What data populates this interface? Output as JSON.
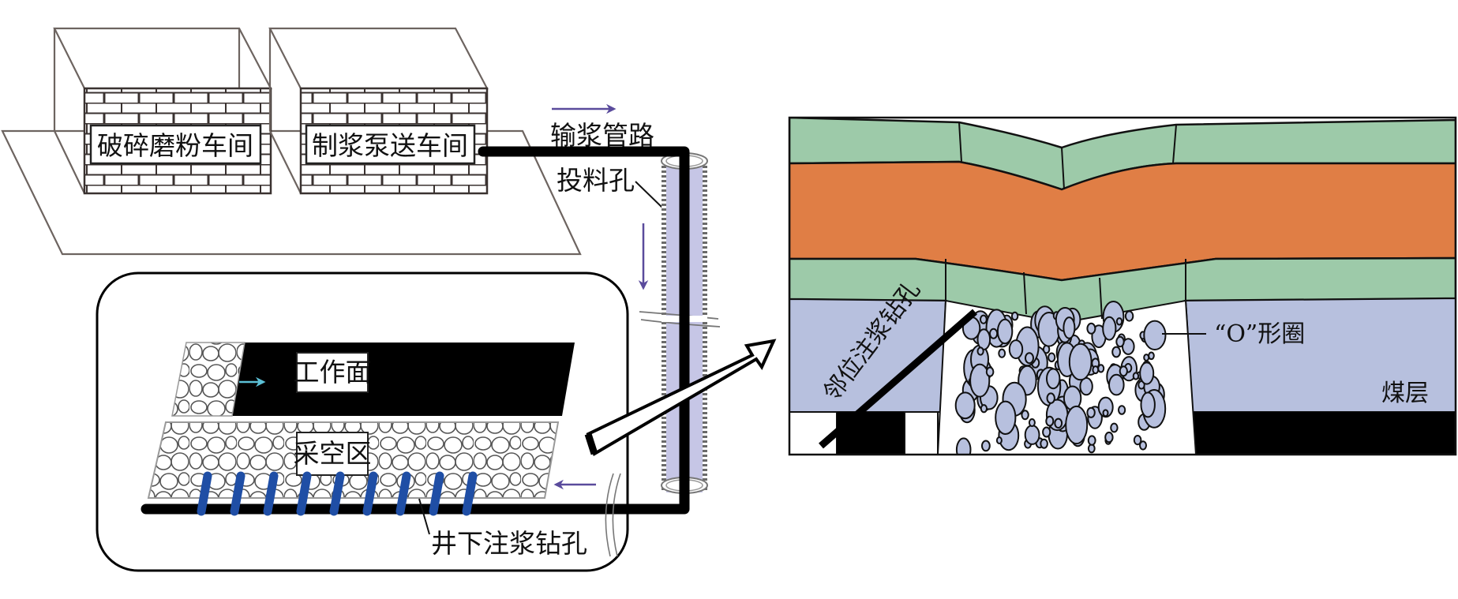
{
  "diagram": {
    "type": "process-schematic",
    "surface": {
      "buildings": [
        {
          "id": "crushing",
          "label": "破碎磨粉车间"
        },
        {
          "id": "pumping",
          "label": "制浆泵送车间"
        }
      ],
      "pipeline_label": "输浆管路",
      "borehole_label": "投料孔"
    },
    "underground": {
      "working_face_label": "工作面",
      "goaf_label": "采空区",
      "injection_holes_label": "井下注浆钻孔",
      "injection_hole_count": 9
    },
    "cross_section": {
      "adjacent_hole_label": "邻位注浆钻孔",
      "o_ring_label": "“O”形圈",
      "coal_seam_label": "煤层"
    },
    "colors": {
      "green_strata": "#9dcaa9",
      "orange_strata": "#e07e45",
      "coal_seam": "#b7c0de",
      "borehole_fill": "#c6c6e6",
      "drill_hole_blue": "#1f4ea5",
      "flow_arrow": "#5a4b9c",
      "face_arrow": "#5cc0d6",
      "pipe": "#000000"
    }
  }
}
